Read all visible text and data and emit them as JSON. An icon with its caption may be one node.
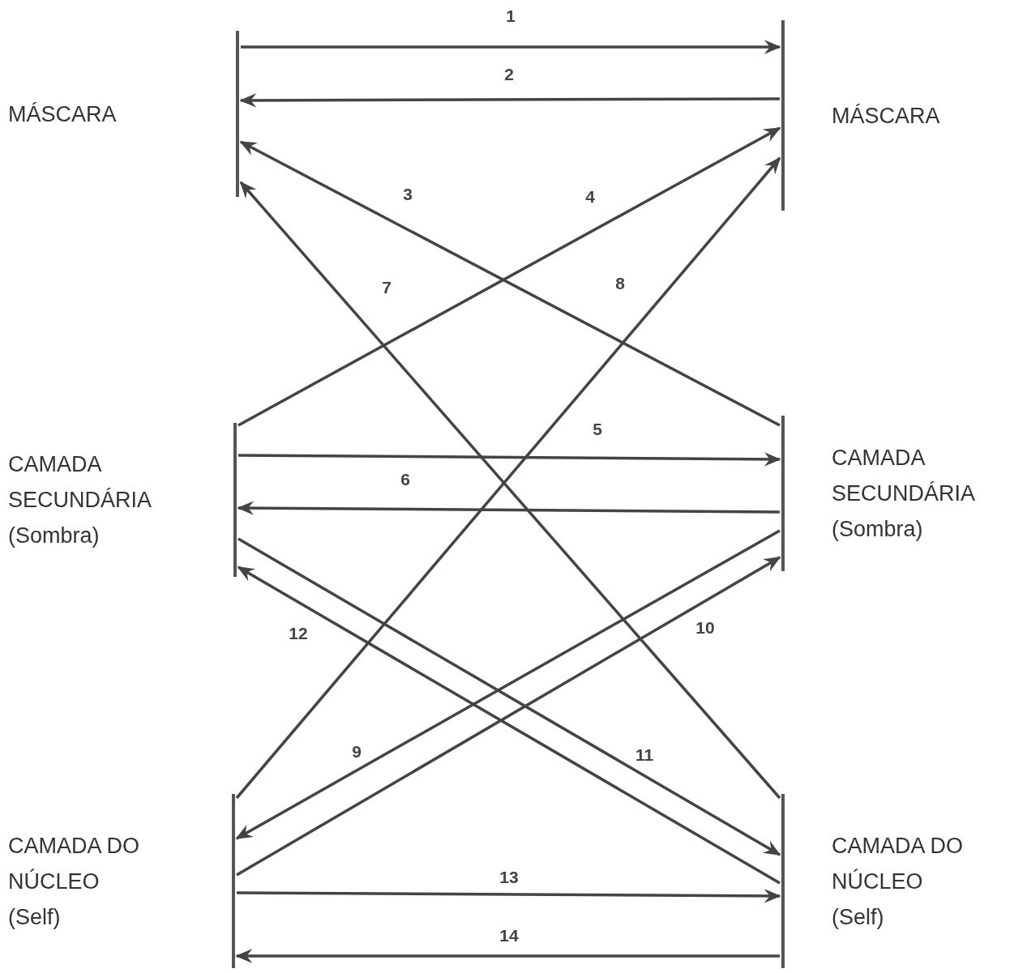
{
  "diagram": {
    "nodes": [
      {
        "text": [
          "MÁSCARA"
        ]
      },
      {
        "text": [
          "MÁSCARA"
        ]
      },
      {
        "text": [
          "CAMADA SECUNDÁRIA",
          "(Sombra)"
        ]
      },
      {
        "text": [
          "CAMADA SECUNDÁRIA",
          "(Sombra)"
        ]
      },
      {
        "text": [
          "CAMADA DO NÚCLEO",
          "(Self)"
        ]
      },
      {
        "text": [
          "CAMADA DO NÚCLEO",
          "(Self)"
        ]
      }
    ],
    "edges": [
      {
        "from": 0,
        "to": 1,
        "arrow": "to",
        "label": "1"
      },
      {
        "from": 1,
        "to": 0,
        "arrow": "to",
        "label": "2"
      },
      {
        "from": 3,
        "to": 0,
        "arrow": "to",
        "label": "3"
      },
      {
        "from": 2,
        "to": 1,
        "arrow": "to",
        "label": "4"
      },
      {
        "from": 2,
        "to": 3,
        "arrow": "to",
        "label": "5"
      },
      {
        "from": 3,
        "to": 2,
        "arrow": "to",
        "label": "6"
      },
      {
        "from": 5,
        "to": 0,
        "arrow": "to",
        "label": "7"
      },
      {
        "from": 4,
        "to": 1,
        "arrow": "to",
        "label": "8"
      },
      {
        "from": 3,
        "to": 4,
        "arrow": "to",
        "label": "9"
      },
      {
        "from": 4,
        "to": 3,
        "arrow": "to",
        "label": "10"
      },
      {
        "from": 2,
        "to": 5,
        "arrow": "to",
        "label": "11"
      },
      {
        "from": 5,
        "to": 2,
        "arrow": "to",
        "label": "12"
      },
      {
        "from": 4,
        "to": 5,
        "arrow": "to",
        "label": "13"
      },
      {
        "from": 5,
        "to": 4,
        "arrow": "to",
        "label": "14"
      }
    ]
  }
}
